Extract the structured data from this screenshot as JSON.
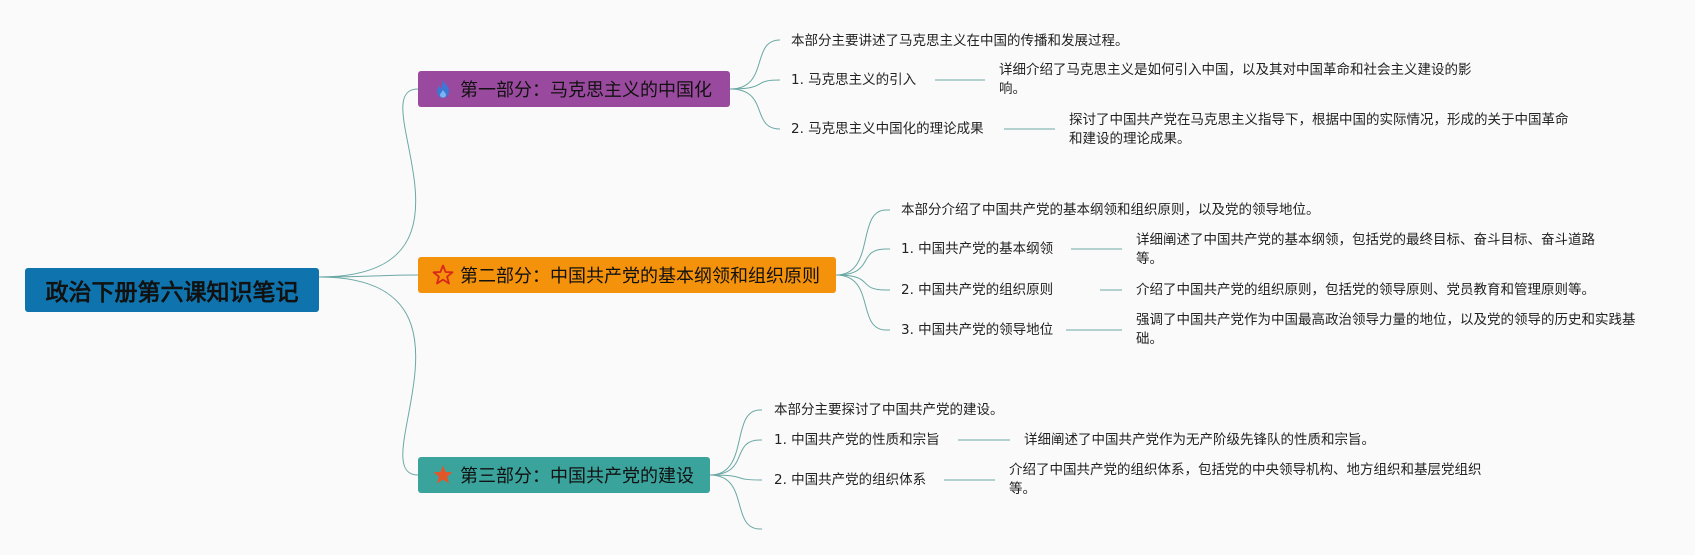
{
  "root": {
    "label": "政治下册第六课知识笔记",
    "color": "#0f74ae"
  },
  "branches": [
    {
      "label": "第一部分：马克思主义的中国化",
      "color": "#9a4a9e",
      "icon": "flame-icon",
      "intro": "本部分主要讲述了马克思主义在中国的传播和发展过程。",
      "items": [
        {
          "label": "1. 马克思主义的引入",
          "detail": "详细介绍了马克思主义是如何引入中国，以及其对中国革命和社会主义建设的影响。"
        },
        {
          "label": "2. 马克思主义中国化的理论成果",
          "detail": "探讨了中国共产党在马克思主义指导下，根据中国的实际情况，形成的关于中国革命和建设的理论成果。"
        }
      ]
    },
    {
      "label": "第二部分：中国共产党的基本纲领和组织原则",
      "color": "#f5920b",
      "icon": "star-outline-icon",
      "intro": "本部分介绍了中国共产党的基本纲领和组织原则，以及党的领导地位。",
      "items": [
        {
          "label": "1. 中国共产党的基本纲领",
          "detail": "详细阐述了中国共产党的基本纲领，包括党的最终目标、奋斗目标、奋斗道路等。"
        },
        {
          "label": "2. 中国共产党的组织原则",
          "detail": "介绍了中国共产党的组织原则，包括党的领导原则、党员教育和管理原则等。"
        },
        {
          "label": "3. 中国共产党的领导地位",
          "detail": "强调了中国共产党作为中国最高政治领导力量的地位，以及党的领导的历史和实践基础。"
        }
      ]
    },
    {
      "label": "第三部分：中国共产党的建设",
      "color": "#3aa39c",
      "icon": "star-filled-icon",
      "intro": "本部分主要探讨了中国共产党的建设。",
      "items": [
        {
          "label": "1. 中国共产党的性质和宗旨",
          "detail": "详细阐述了中国共产党作为无产阶级先锋队的性质和宗旨。"
        },
        {
          "label": "2. 中国共产党的组织体系",
          "detail": "介绍了中国共产党的组织体系，包括党的中央领导机构、地方组织和基层党组织等。"
        }
      ]
    }
  ],
  "colors": {
    "line": "#6aa8a4"
  }
}
